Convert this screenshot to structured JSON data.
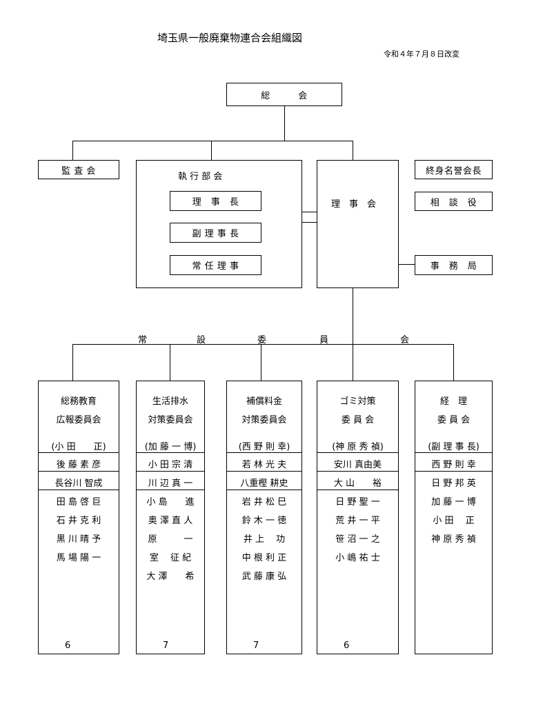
{
  "title": "埼玉県一般廃棄物連合会組織図",
  "revision_date": "令和４年７月８日改変",
  "general_assembly": "総　　　会",
  "audit": "監 査 会",
  "executive": {
    "label": "執 行 部 会",
    "members": [
      "理　事　長",
      "副 理 事 長",
      "常 任 理 事"
    ]
  },
  "board": "理　事　会",
  "right_boxes": [
    "終身名誉会長",
    "相　談　役",
    "事　務　局"
  ],
  "standing_committees_label": [
    "常",
    "設",
    "委",
    "員",
    "会"
  ],
  "committees": [
    {
      "title1": "総務教育",
      "title2": "広報委員会",
      "chair": "(小 田　　正)",
      "vice": [
        "後 藤 素 彦",
        "長谷川 智成"
      ],
      "members": [
        "田 島 啓 巨",
        "石 井 克 利",
        "黒 川 晴 予",
        "馬 場 陽 一"
      ],
      "count": "6"
    },
    {
      "title1": "生活排水",
      "title2": "対策委員会",
      "chair": "(加 藤 一 博)",
      "vice": [
        "小 田 宗 清",
        "川 辺 真 一"
      ],
      "members": [
        "小 島　　進",
        "奥 澤 直 人",
        "原　　　一",
        "室　 征 紀",
        "大 澤　　希"
      ],
      "count": "7"
    },
    {
      "title1": "補償料金",
      "title2": "対策委員会",
      "chair": "(西 野 則 幸)",
      "vice": [
        "若 林 光 夫",
        "八重樫 耕史"
      ],
      "members": [
        "岩 井 松 巳",
        "鈴 木 一 徳",
        "井 上　 功",
        "中 根 利 正",
        "武 藤 康 弘"
      ],
      "count": "7"
    },
    {
      "title1": "ゴミ対策",
      "title2": "委 員 会",
      "chair": "(神 原 秀 禎)",
      "vice": [
        "安川 真由美",
        "大 山　　裕"
      ],
      "members": [
        "日 野 聖 一",
        "荒 井 一 平",
        "笹 沼 一 之",
        "小 嶋 祐 士"
      ],
      "count": "6"
    },
    {
      "title1": "経　理",
      "title2": "委 員 会",
      "chair": "(副 理 事 長)",
      "vice": [
        "西 野 則 幸"
      ],
      "members": [
        "日 野 邦 英",
        "加 藤 一 博",
        "小 田　 正",
        "神 原 秀 禎"
      ],
      "count": ""
    }
  ]
}
